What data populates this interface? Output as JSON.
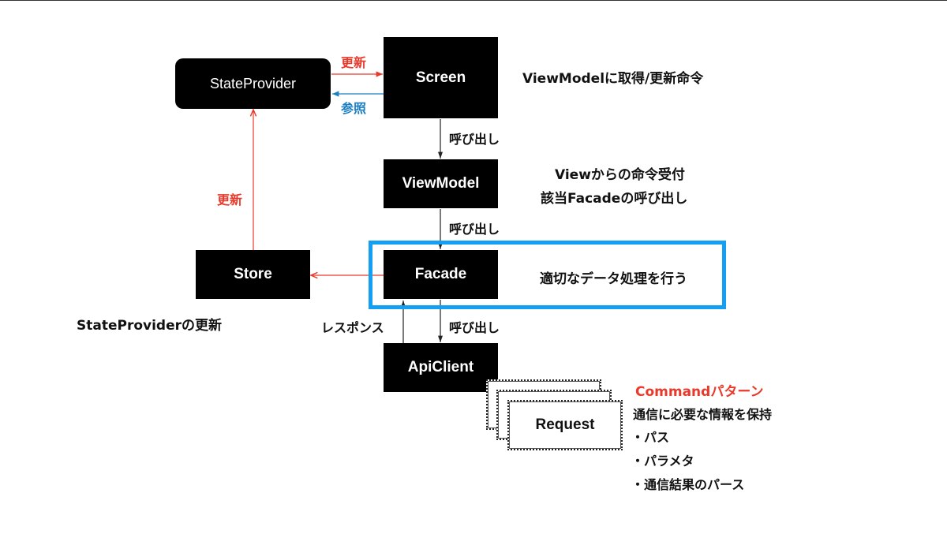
{
  "nodes": {
    "state_provider": "StateProvider",
    "screen": "Screen",
    "view_model": "ViewModel",
    "facade": "Facade",
    "store": "Store",
    "api_client": "ApiClient",
    "request": "Request"
  },
  "edges": {
    "update_top": "更新",
    "reference": "参照",
    "call_1": "呼び出し",
    "call_2": "呼び出し",
    "call_3": "呼び出し",
    "update_left": "更新",
    "response": "レスポンス"
  },
  "annotations": {
    "screen_note": "ViewModelに取得/更新命令",
    "viewmodel_note_line1": "Viewからの命令受付",
    "viewmodel_note_line2": "該当Facadeの呼び出し",
    "facade_note": "適切なデータ処理を行う",
    "store_note": "StateProviderの更新",
    "command_title": "Commandパターン",
    "command_desc": "通信に必要な情報を保持",
    "command_items": [
      "・パス",
      "・パラメタ",
      "・通信結果のパース"
    ]
  },
  "colors": {
    "update": "#e8392a",
    "reference": "#1c7fc2",
    "highlight": "#14a0f2"
  }
}
